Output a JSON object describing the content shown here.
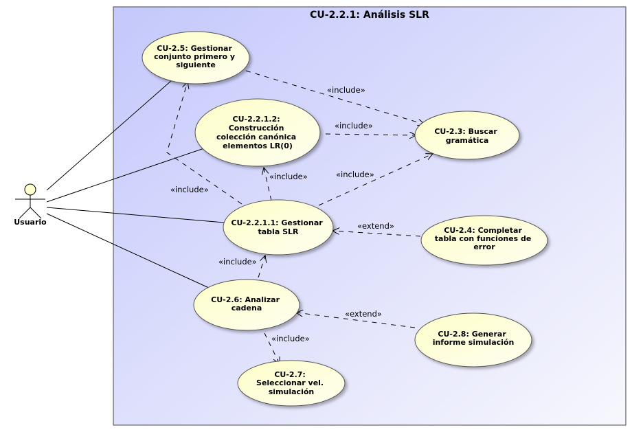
{
  "boundary": {
    "title": "CU-2.2.1: Análisis SLR"
  },
  "actor": {
    "name": "Usuario",
    "icon": "stick-figure-actor-icon"
  },
  "colors": {
    "boundary_start": "#c4c8fb",
    "boundary_end": "#f7f7fd",
    "usecase_fill": "#fefecf",
    "usecase_fill_light": "#ffffee"
  },
  "use_cases": {
    "cu25": {
      "lines": [
        "CU-2.5: Gestionar",
        "conjunto primero y",
        "siguiente"
      ]
    },
    "cu2212": {
      "lines": [
        "CU-2.2.1.2:",
        "Construcción",
        "colección canónica",
        "elementos LR(0)"
      ]
    },
    "cu23": {
      "lines": [
        "CU-2.3: Buscar",
        "gramática"
      ]
    },
    "cu2211": {
      "lines": [
        "CU-2.2.1.1: Gestionar",
        "tabla SLR"
      ]
    },
    "cu24": {
      "lines": [
        "CU-2.4: Completar",
        "tabla con funciones de",
        "error"
      ]
    },
    "cu26": {
      "lines": [
        "CU-2.6: Analizar",
        "cadena"
      ]
    },
    "cu28": {
      "lines": [
        "CU-2.8: Generar",
        "informe simulación"
      ]
    },
    "cu27": {
      "lines": [
        "CU-2.7:",
        "Seleccionar vel.",
        "simulación"
      ]
    }
  },
  "relations": {
    "include_25_23": "«include»",
    "include_2212_23": "«include»",
    "include_2211_2212": "«include»",
    "include_2211_23": "«include»",
    "include_2211_25": "«include»",
    "extend_24_2211": "«extend»",
    "include_26_2211": "«include»",
    "extend_28_26": "«extend»",
    "include_26_27": "«include»"
  }
}
